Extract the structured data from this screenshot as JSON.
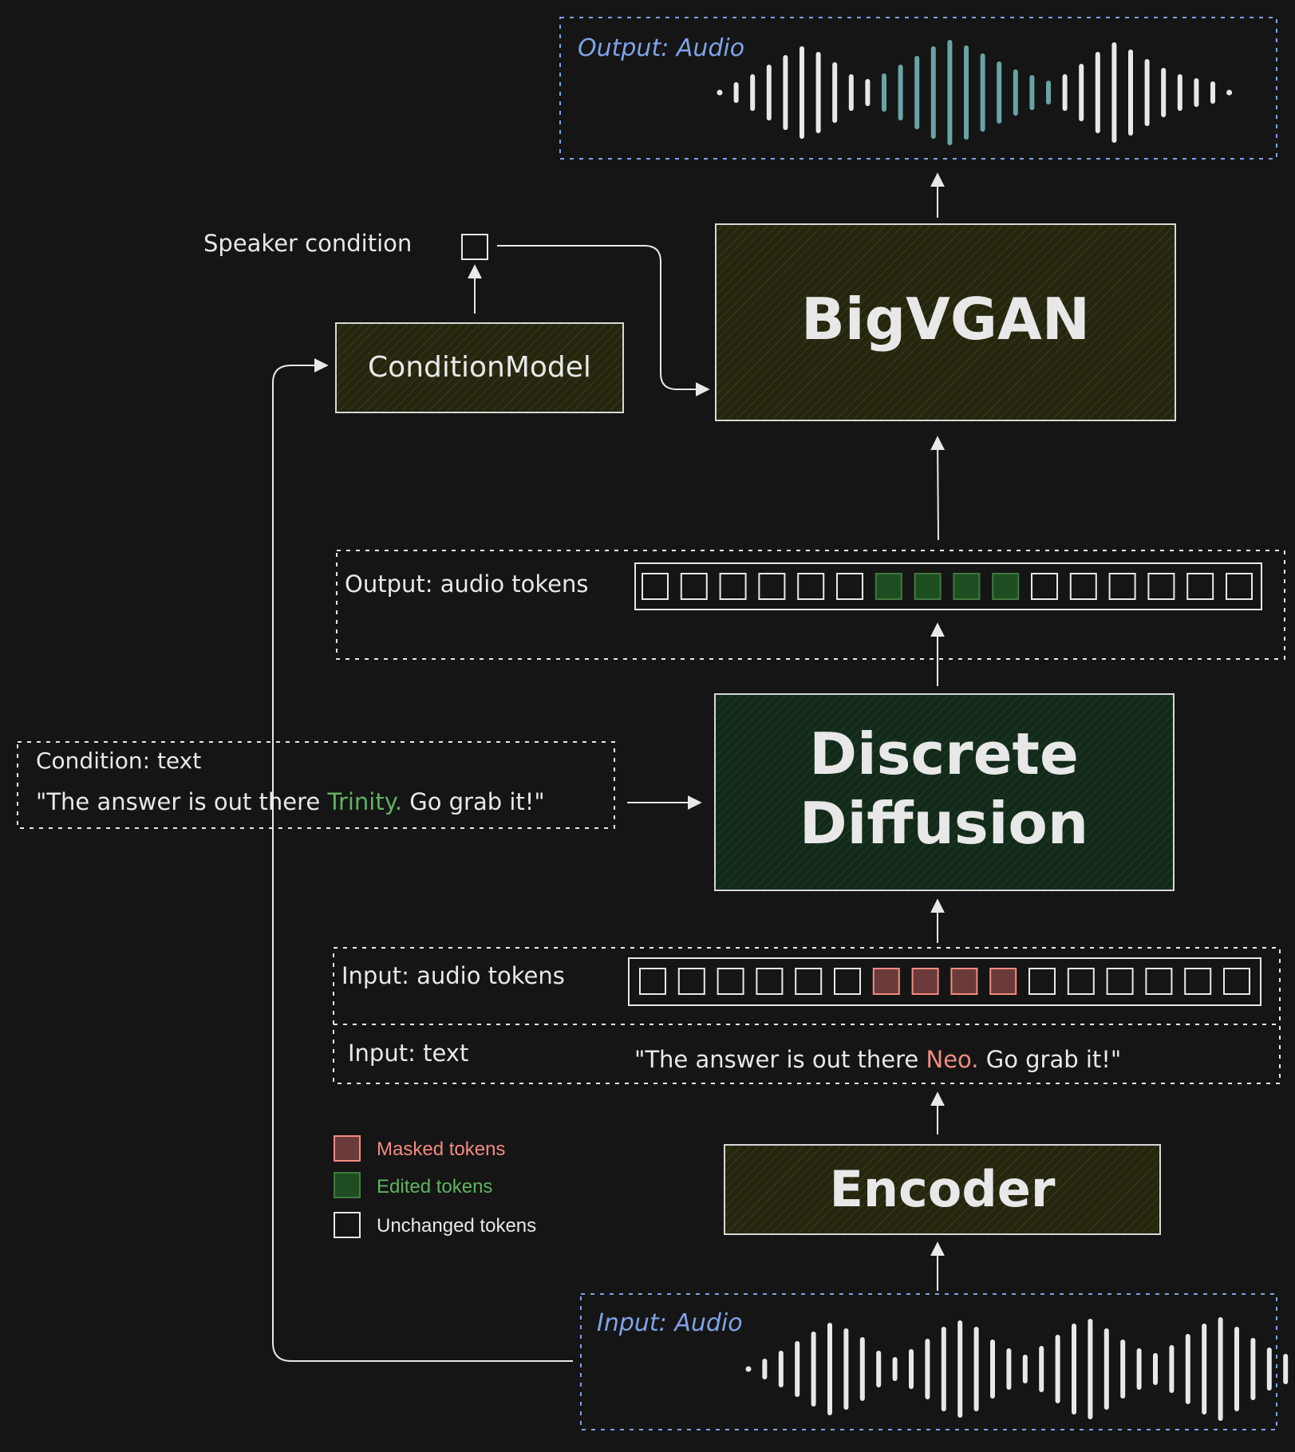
{
  "output_audio": {
    "label": "Output: Audio"
  },
  "input_audio": {
    "label": "Input: Audio"
  },
  "speaker_condition": {
    "label": "Speaker condition"
  },
  "condition_model": {
    "label": "ConditionModel"
  },
  "bigvgan": {
    "label": "BigVGAN"
  },
  "discrete_diffusion": {
    "line1": "Discrete",
    "line2": "Diffusion"
  },
  "encoder": {
    "label": "Encoder"
  },
  "output_tokens": {
    "label": "Output: audio tokens",
    "states": [
      "u",
      "u",
      "u",
      "u",
      "u",
      "u",
      "e",
      "e",
      "e",
      "e",
      "u",
      "u",
      "u",
      "u",
      "u",
      "u"
    ]
  },
  "input_tokens": {
    "label": "Input: audio tokens",
    "states": [
      "u",
      "u",
      "u",
      "u",
      "u",
      "u",
      "m",
      "m",
      "m",
      "m",
      "u",
      "u",
      "u",
      "u",
      "u",
      "u"
    ]
  },
  "condition_text": {
    "label": "Condition: text",
    "prefix": "\"The answer is out there ",
    "highlight": "Trinity.",
    "suffix": "  Go grab it!\""
  },
  "input_text": {
    "label": "Input: text",
    "prefix": "\"The answer is out there ",
    "highlight": "Neo.",
    "suffix": "  Go grab it!\""
  },
  "legend": {
    "masked": "Masked tokens",
    "edited": "Edited tokens",
    "unchanged": "Unchanged tokens"
  },
  "colors": {
    "background": "#151515",
    "masked_fill": "#6b3a3a",
    "masked_text": "#f28b82",
    "edited_fill": "#1e4d22",
    "edited_text": "#5fb35f",
    "audio_accent": "#6aa3a6",
    "dashed_blue": "#7fa2e8",
    "box_olive": "#2a2a14",
    "box_green": "#15301e"
  }
}
